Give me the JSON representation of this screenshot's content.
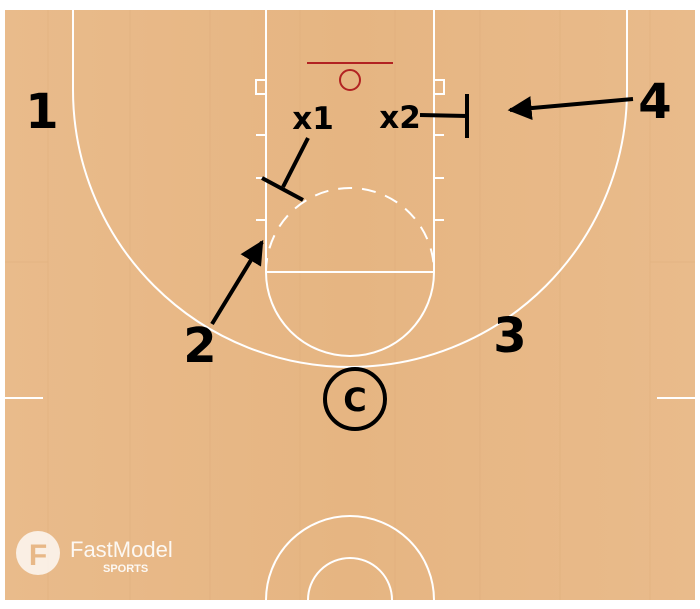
{
  "players": {
    "p1": "1",
    "p2": "2",
    "p3": "3",
    "p4": "4",
    "coach": "C"
  },
  "defenders": {
    "d1": "x1",
    "d2": "x2"
  },
  "watermark": {
    "brand": "FastModel",
    "sub": "SPORTS",
    "logo_letter": "F"
  },
  "colors": {
    "court_wood": "#e8b887",
    "court_lines": "#ffffff",
    "rim": "#b22222",
    "markings": "#000000"
  },
  "icons": {
    "basketball_court": "half-court-diagram",
    "logo": "fastmodel-logo-icon"
  }
}
